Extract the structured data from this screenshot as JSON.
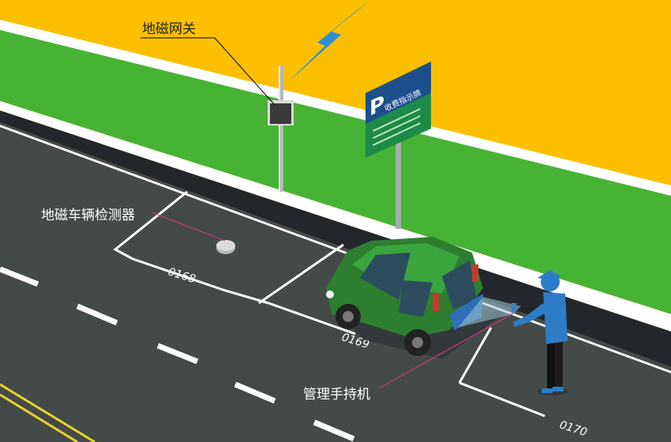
{
  "labels": {
    "gateway": "地磁网关",
    "detector": "地磁车辆检测器",
    "handheld": "管理手持机"
  },
  "sign": {
    "letter": "P",
    "title": "收费指示牌"
  },
  "space_numbers": [
    "0168",
    "0169",
    "0170"
  ],
  "colors": {
    "sky": "#fbbf00",
    "grass": "#47b334",
    "road": "#444a48",
    "car": "#2d7f2f",
    "sign_top": "#1d4f8c",
    "sign_bottom": "#1f8a48",
    "person_jacket": "#2d7dc6"
  }
}
